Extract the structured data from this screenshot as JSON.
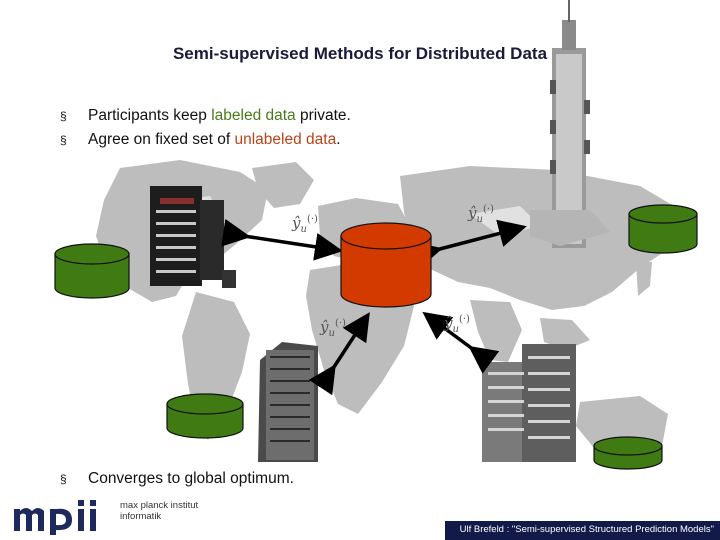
{
  "slide": {
    "title": "Semi-supervised Methods for Distributed Data",
    "bullets_top": [
      {
        "marker": "§",
        "parts": [
          "Participants keep ",
          "labeled data",
          " private."
        ]
      },
      {
        "marker": "§",
        "parts": [
          "Agree on fixed set of ",
          "unlabeled data",
          "."
        ]
      }
    ],
    "bullet_bottom": {
      "marker": "§",
      "text": "Converges to global optimum."
    }
  },
  "diagram": {
    "central_store_color": "#d23a00",
    "local_store_color": "#3f7a12",
    "prediction_label": {
      "base": "ŷ",
      "sub": "u",
      "sup": "(·)"
    }
  },
  "branding": {
    "logo_text": "mpii",
    "institute_line1": "max planck institut",
    "institute_line2": "informatik",
    "footer": "Ulf Brefeld : \"Semi-supervised Structured Prediction Models\""
  }
}
